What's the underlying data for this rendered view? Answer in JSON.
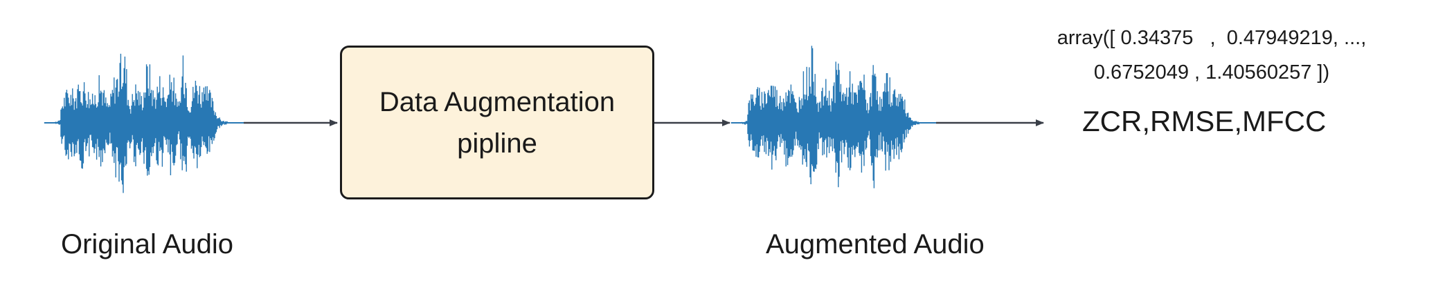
{
  "colors": {
    "waveform": "#2878b4",
    "box_fill": "#fdf2db",
    "box_border": "#1b1b1b",
    "arrow": "#3a3f48",
    "text": "#1a1a1a",
    "background": "#ffffff"
  },
  "nodes": {
    "original_audio": {
      "label": "Original Audio",
      "icon": "waveform-icon"
    },
    "augmentation": {
      "line1": "Data Augmentation",
      "line2": "pipline"
    },
    "augmented_audio": {
      "label": "Augmented Audio",
      "icon": "waveform-icon"
    },
    "features": {
      "label": "ZCR,RMSE,MFCC"
    },
    "feature_array": {
      "line1": "array([ 0.34375   ,  0.47949219, ...,",
      "line2": "0.6752049 , 1.40560257 ])"
    }
  },
  "edges": [
    {
      "from": "original_audio",
      "to": "augmentation"
    },
    {
      "from": "augmentation",
      "to": "augmented_audio"
    },
    {
      "from": "augmented_audio",
      "to": "features"
    }
  ]
}
